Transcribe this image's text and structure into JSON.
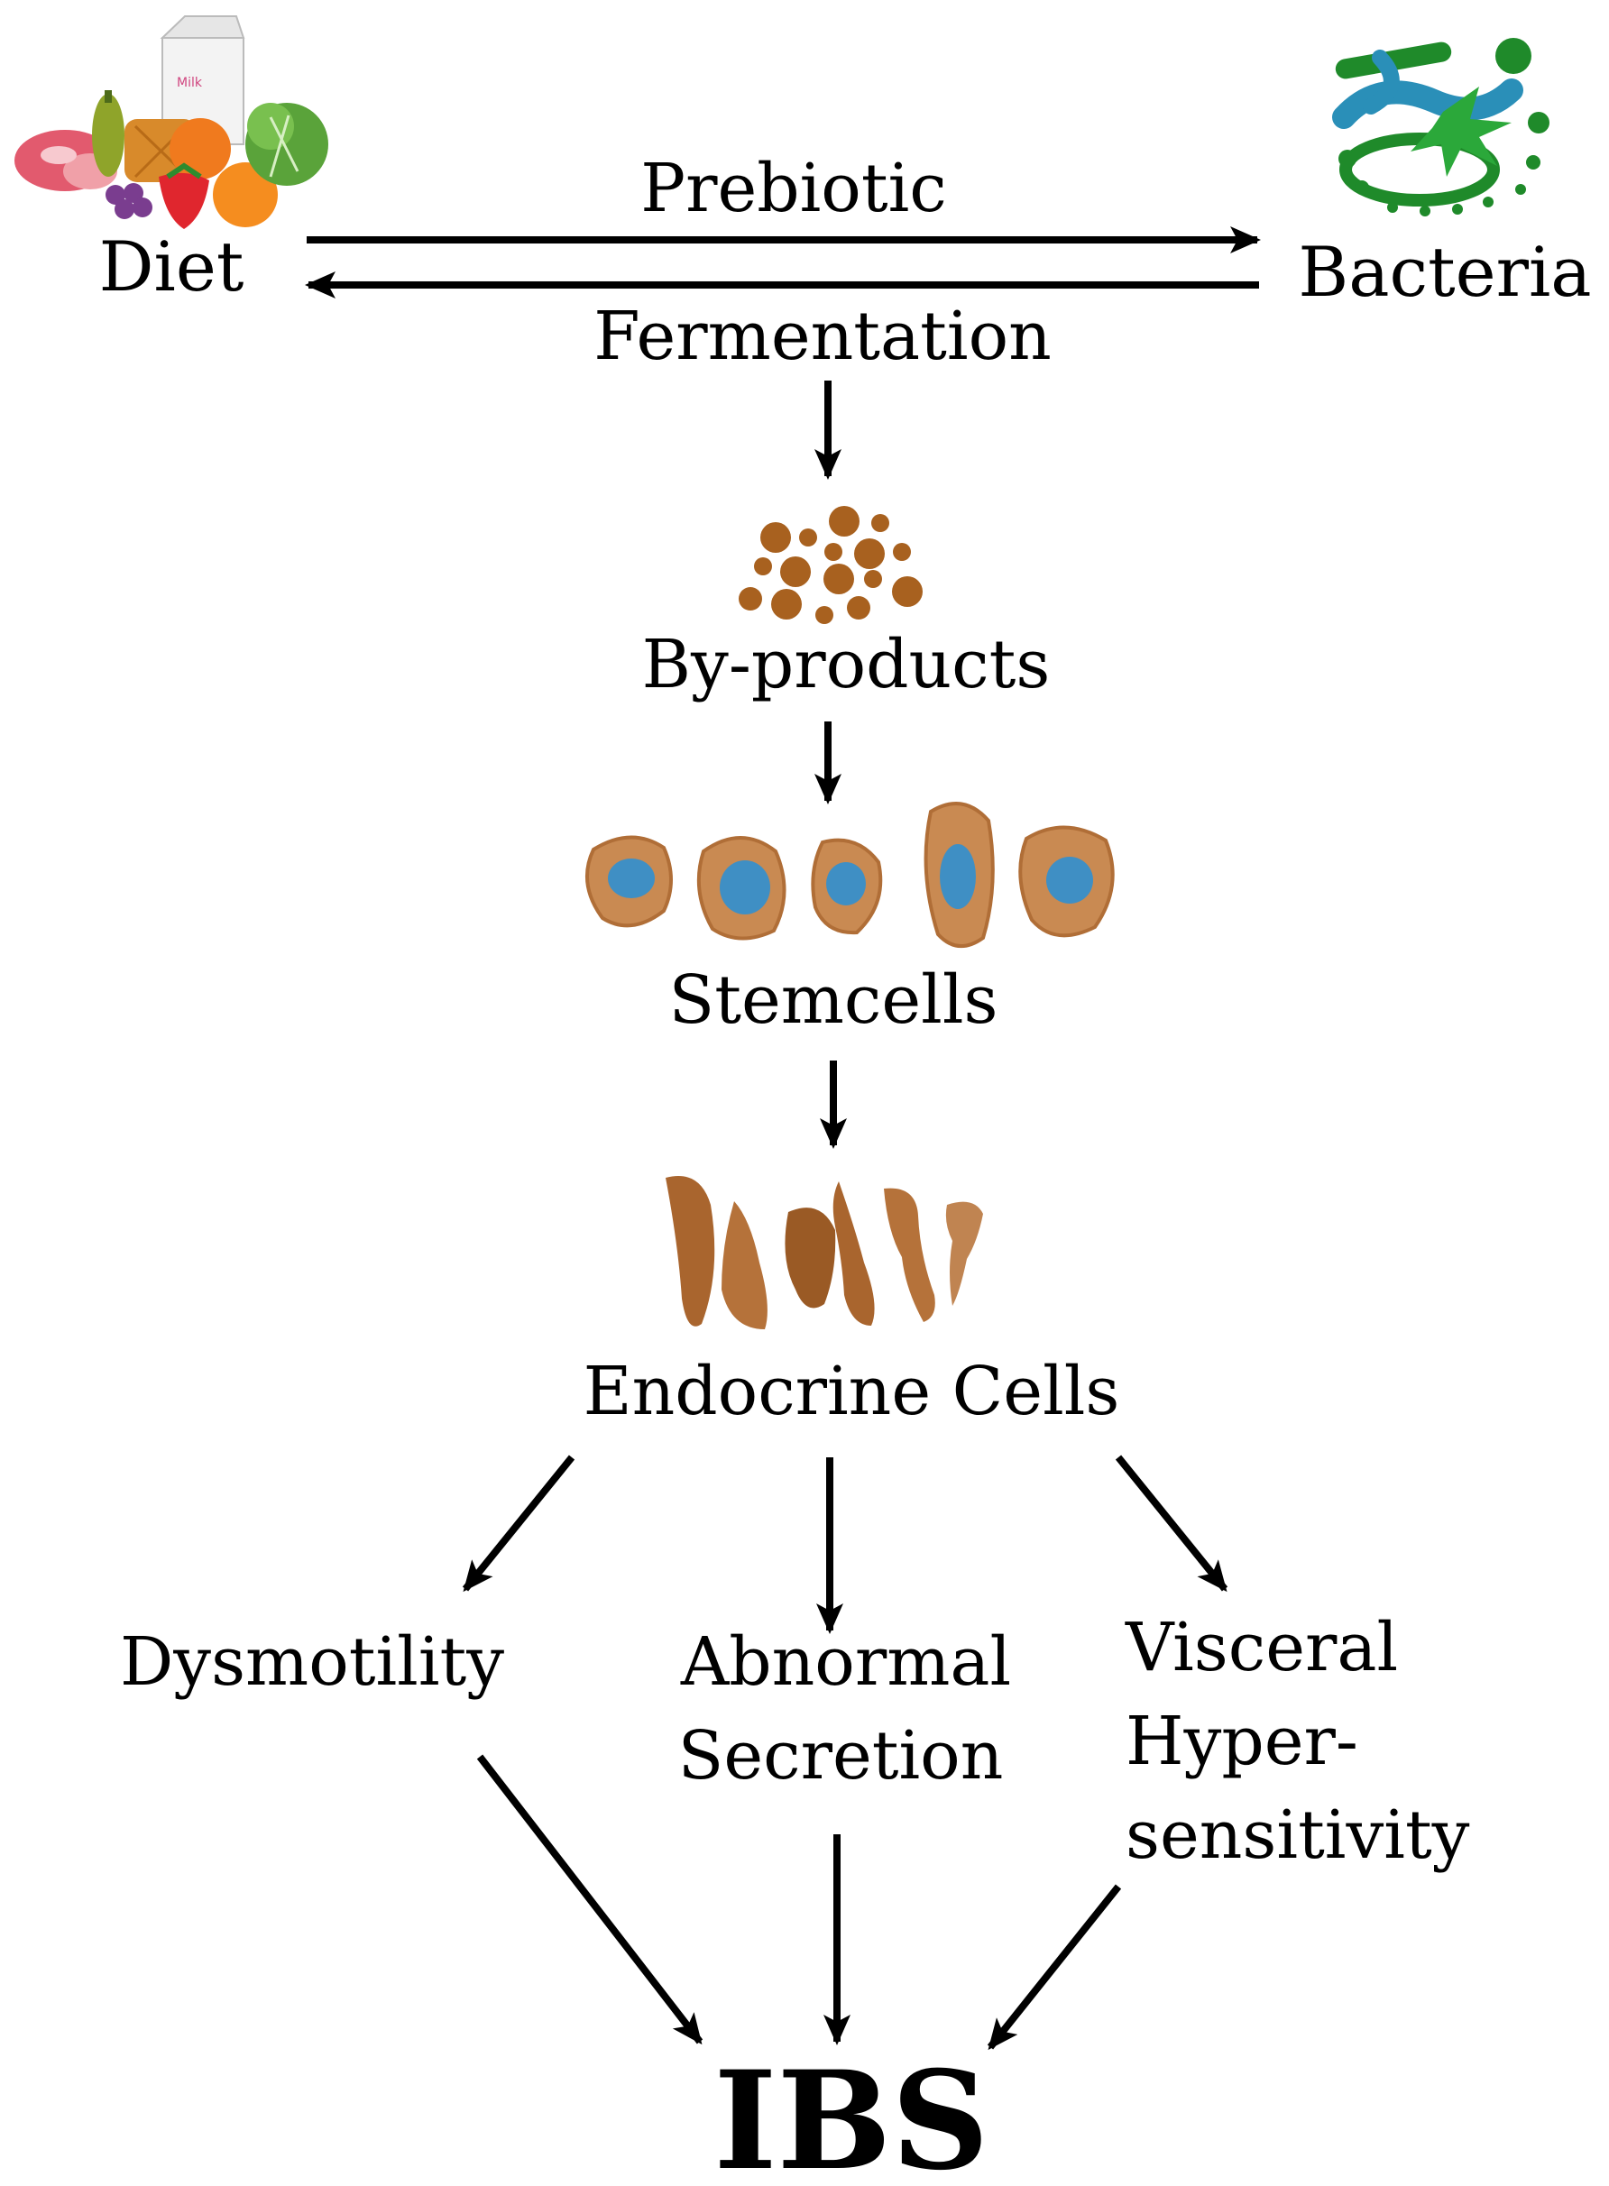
{
  "nodes": {
    "diet": "Diet",
    "bacteria": "Bacteria",
    "prebiotic": "Prebiotic",
    "fermentation": "Fermentation",
    "byproducts": "By-products",
    "stemcells": "Stemcells",
    "endocrine": "Endocrine Cells",
    "dysmotility": "Dysmotility",
    "abnormal_line1": "Abnormal",
    "abnormal_line2": "Secretion",
    "visceral_line1": "Visceral",
    "visceral_line2": "Hyper-",
    "visceral_line3": "sensitivity",
    "ibs": "IBS"
  },
  "illustrations": {
    "food_carton_text": "Milk"
  },
  "colors": {
    "text": "#000000",
    "arrow": "#000000",
    "byproduct": "#a8611f",
    "stem_cytoplasm": "#c98a52",
    "stem_nucleus": "#3f8fc4",
    "endocrine_cell": "#a9652e",
    "bacteria_green": "#1f8a2a",
    "bacteria_blue": "#2a8fb8"
  }
}
